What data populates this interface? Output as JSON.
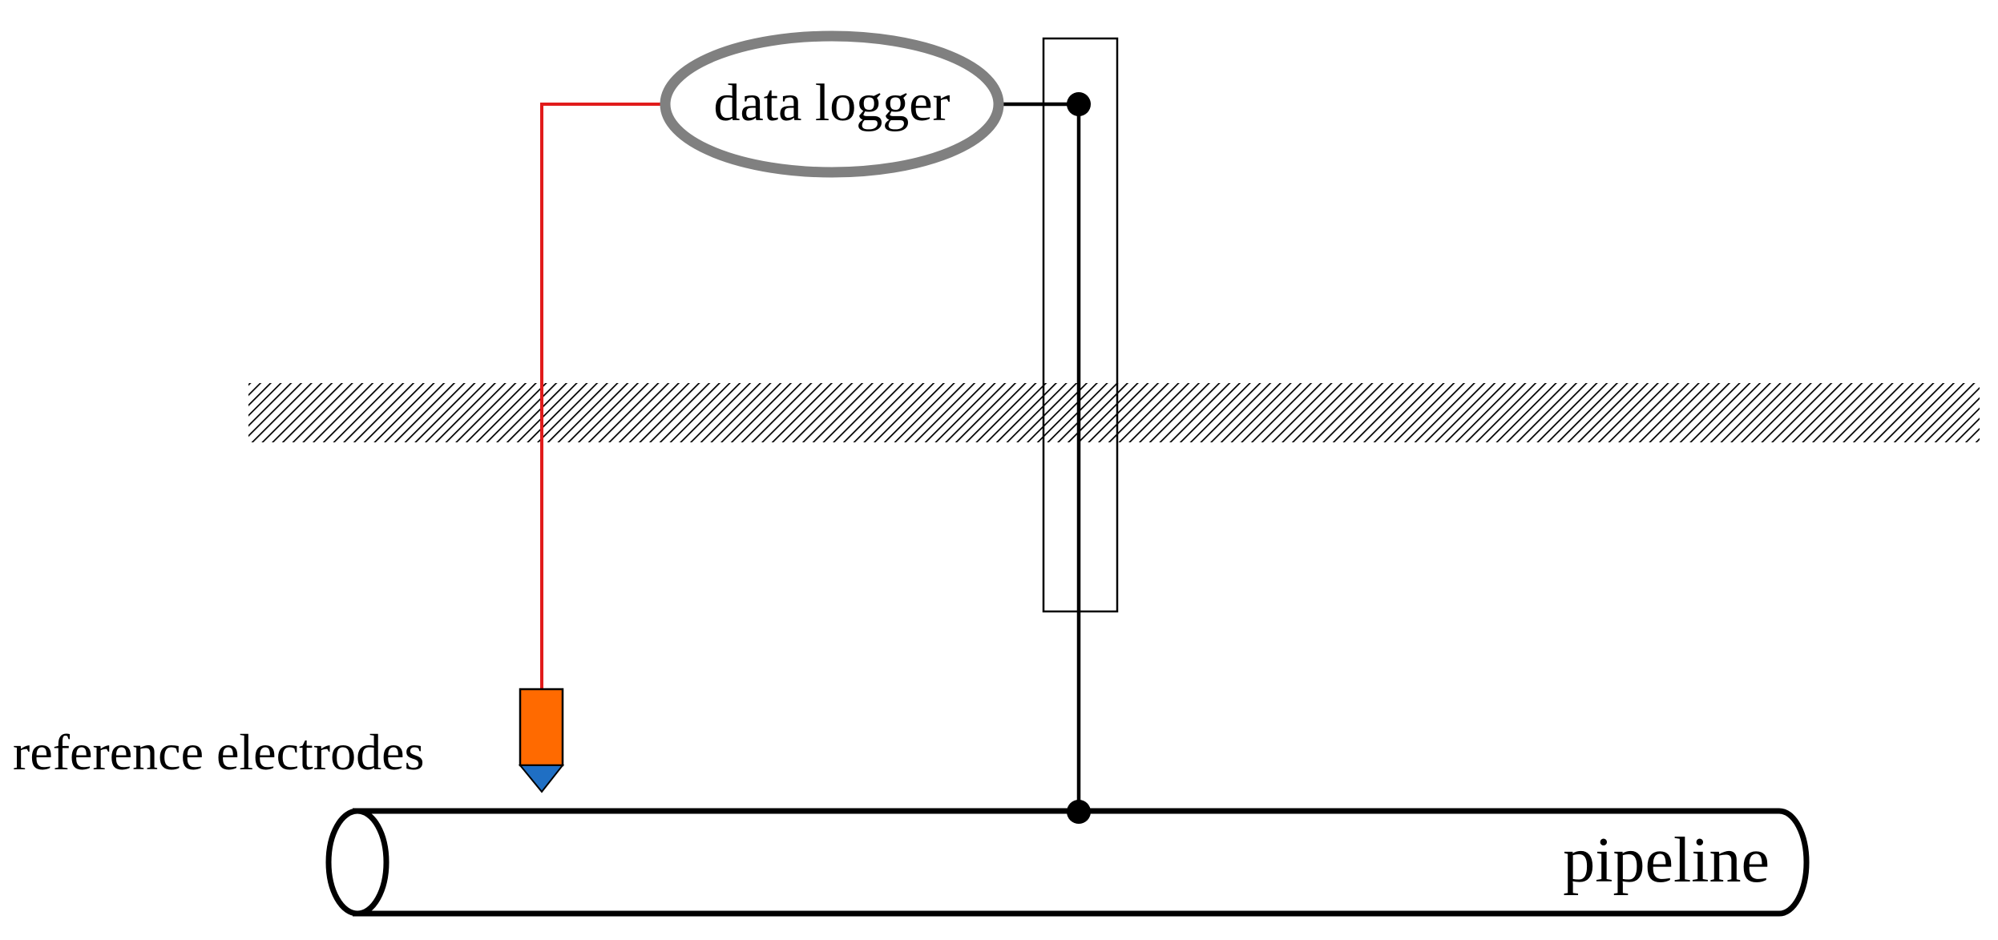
{
  "labels": {
    "data_logger": "data logger",
    "reference_electrodes": "reference electrodes",
    "pipeline": "pipeline"
  },
  "colors": {
    "signal_wire": "#e11b1b",
    "pipeline_wire": "#000000",
    "logger_border": "#808080",
    "electrode_body": "#ff6a00",
    "electrode_tip": "#1f6fc4",
    "ground_hatch": "#000000"
  }
}
